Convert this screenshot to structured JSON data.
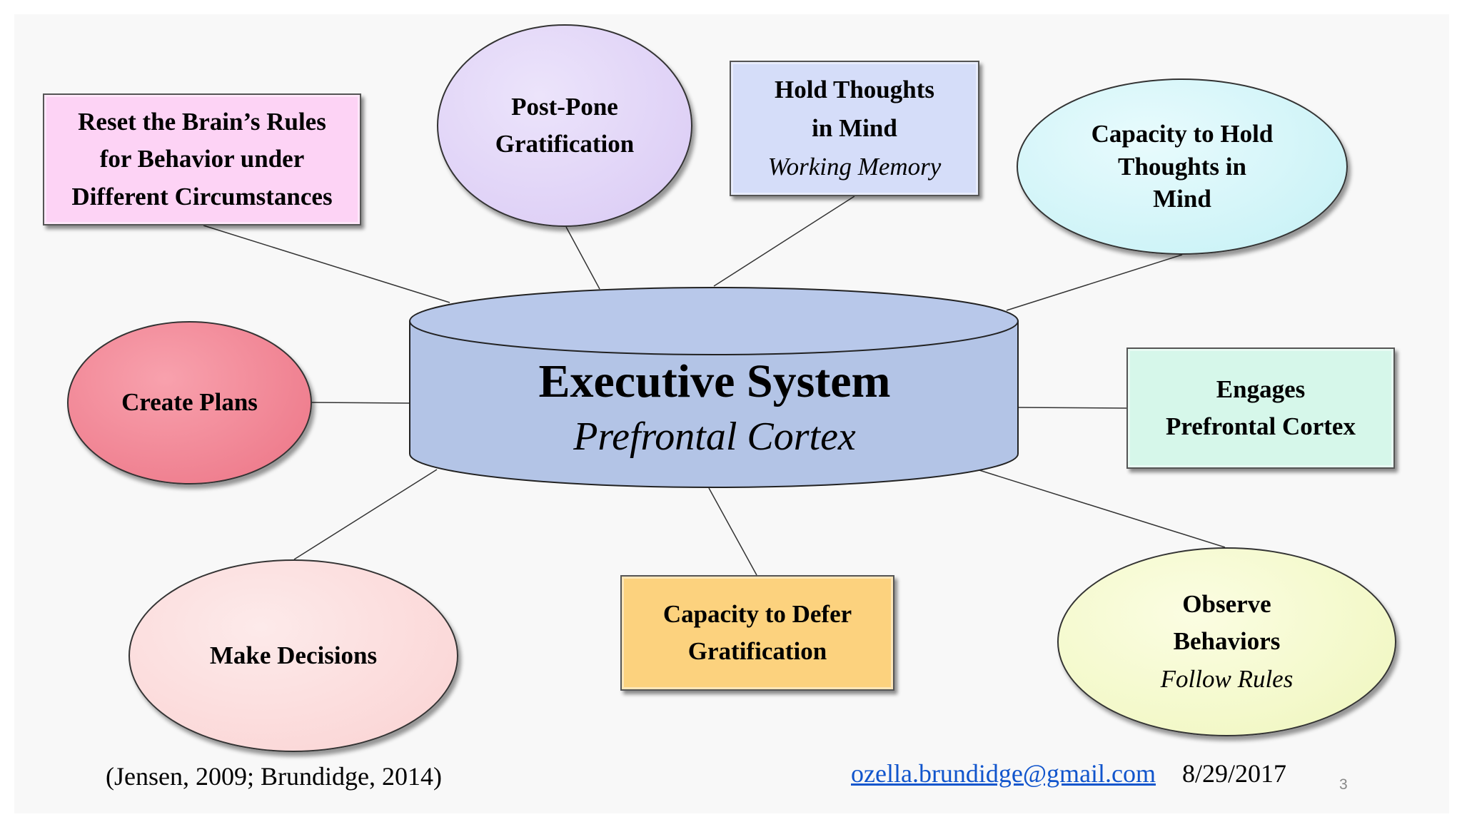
{
  "center": {
    "title": "Executive System",
    "subtitle": "Prefrontal Cortex"
  },
  "nodes": {
    "reset_rules": {
      "lines": [
        "Reset the Brain’s Rules",
        "for Behavior under",
        "Different Circumstances"
      ]
    },
    "postpone": {
      "lines": [
        "Post-Pone",
        "Gratification"
      ]
    },
    "hold_thoughts": {
      "lines": [
        "Hold Thoughts",
        "in Mind"
      ],
      "italic": "Working Memory"
    },
    "capacity_hold": {
      "lines": [
        "Capacity to Hold",
        "Thoughts in",
        "Mind"
      ]
    },
    "create_plans": {
      "lines": [
        "Create Plans"
      ]
    },
    "engages": {
      "lines": [
        "Engages",
        "Prefrontal Cortex"
      ]
    },
    "make_decisions": {
      "lines": [
        "Make Decisions"
      ]
    },
    "capacity_defer": {
      "lines": [
        "Capacity to Defer",
        "Gratification"
      ]
    },
    "observe": {
      "lines": [
        "Observe",
        "Behaviors"
      ],
      "italic": "Follow Rules"
    }
  },
  "footer": {
    "citation": "(Jensen, 2009; Brundidge, 2014)",
    "email": "ozella.brundidge@gmail.com",
    "date": "8/29/2017",
    "page_number": "3"
  },
  "colors": {
    "cylinder_fill": "#b3c4e6",
    "connector": "#333333",
    "link": "#1155cc"
  }
}
